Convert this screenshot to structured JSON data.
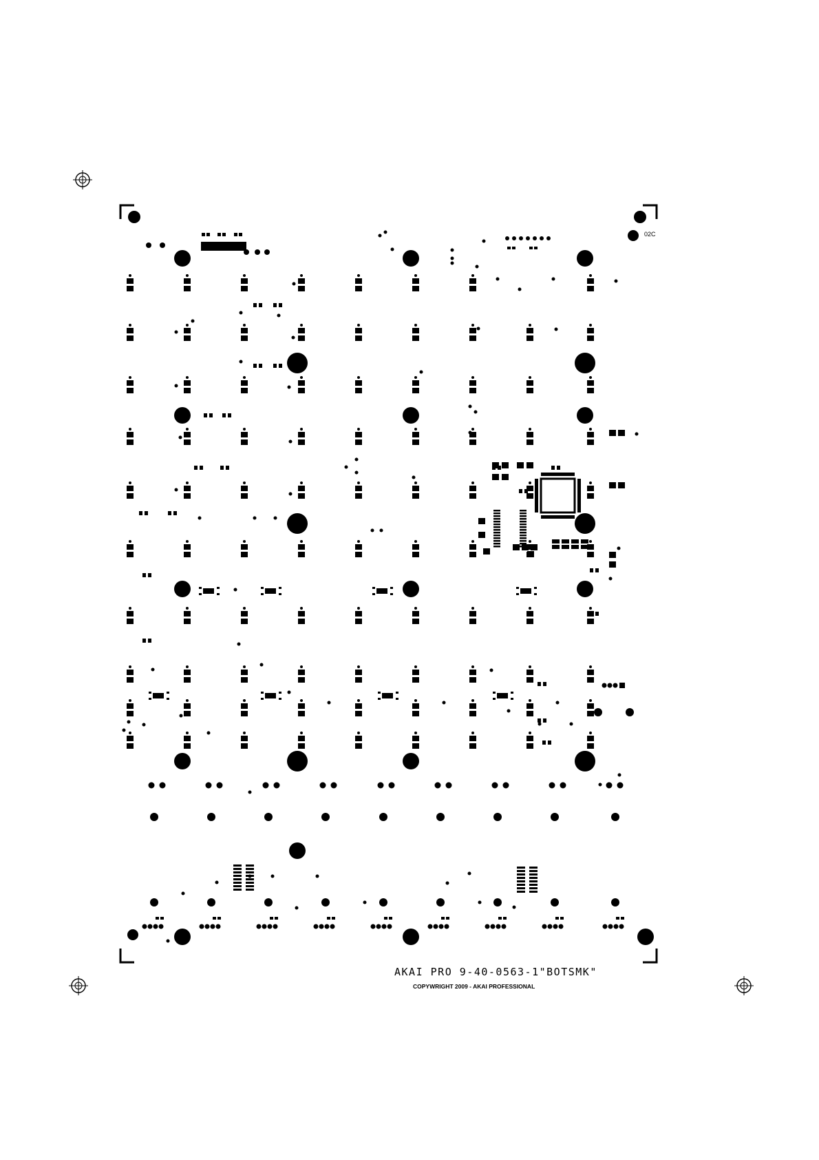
{
  "board": {
    "part_number_mirrored": "AKAI PRO 9-40-0563-1\"BOTSMK\"",
    "copyright": "COPYWRIGHT 2009 - AKAI PROFESSIONAL",
    "corner_label": "02C",
    "ink_color": "#000000",
    "background_color": "#ffffff"
  },
  "icons": {
    "fiducial": "registration-target-icon",
    "corner": "corner-bracket-icon",
    "pad": "smd-pad-icon",
    "hole": "mounting-hole-icon",
    "chip": "qfp-chip-icon"
  }
}
